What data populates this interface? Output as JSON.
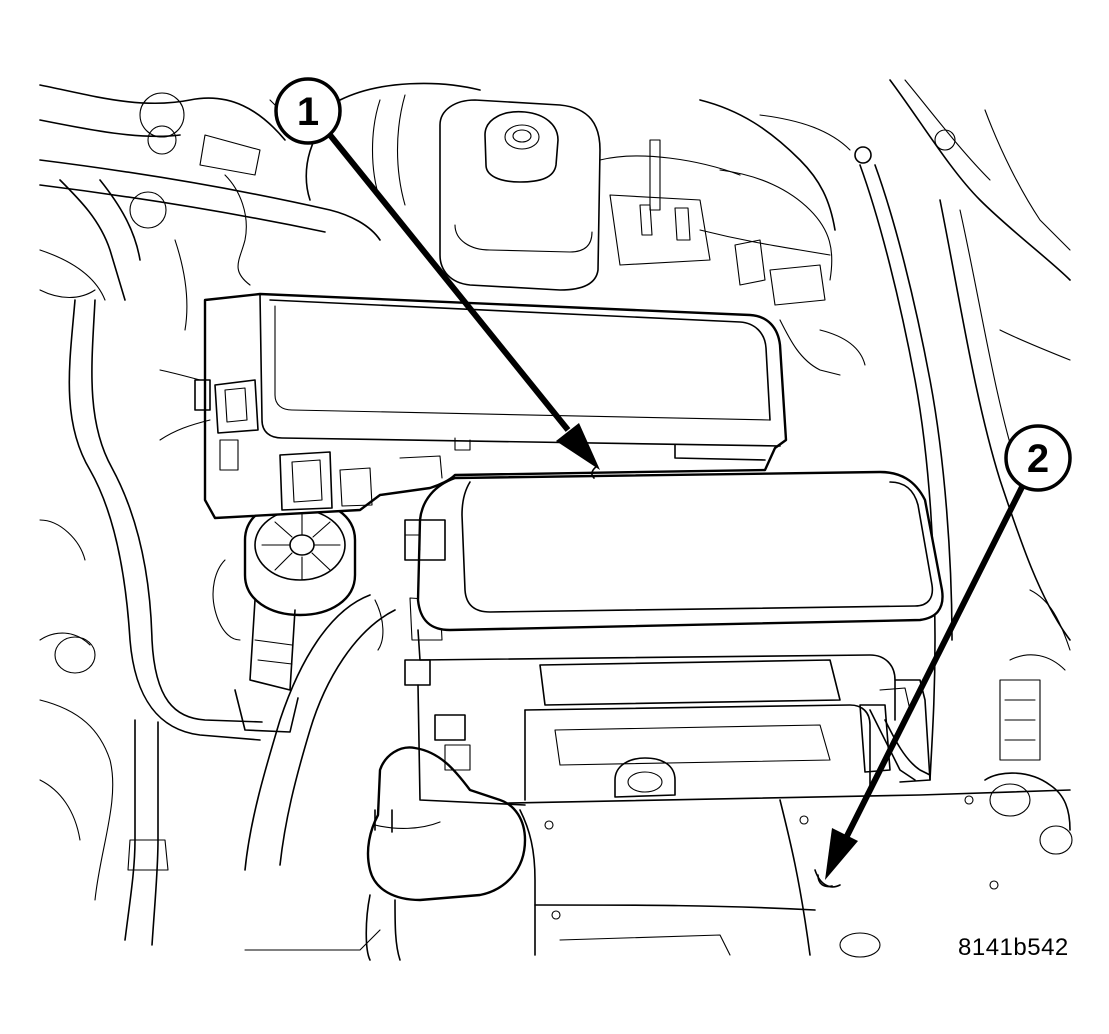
{
  "callouts": [
    {
      "label": "1"
    },
    {
      "label": "2"
    }
  ],
  "figure_id": "8141b542",
  "colors": {
    "ink": "#000000",
    "paper": "#ffffff"
  }
}
